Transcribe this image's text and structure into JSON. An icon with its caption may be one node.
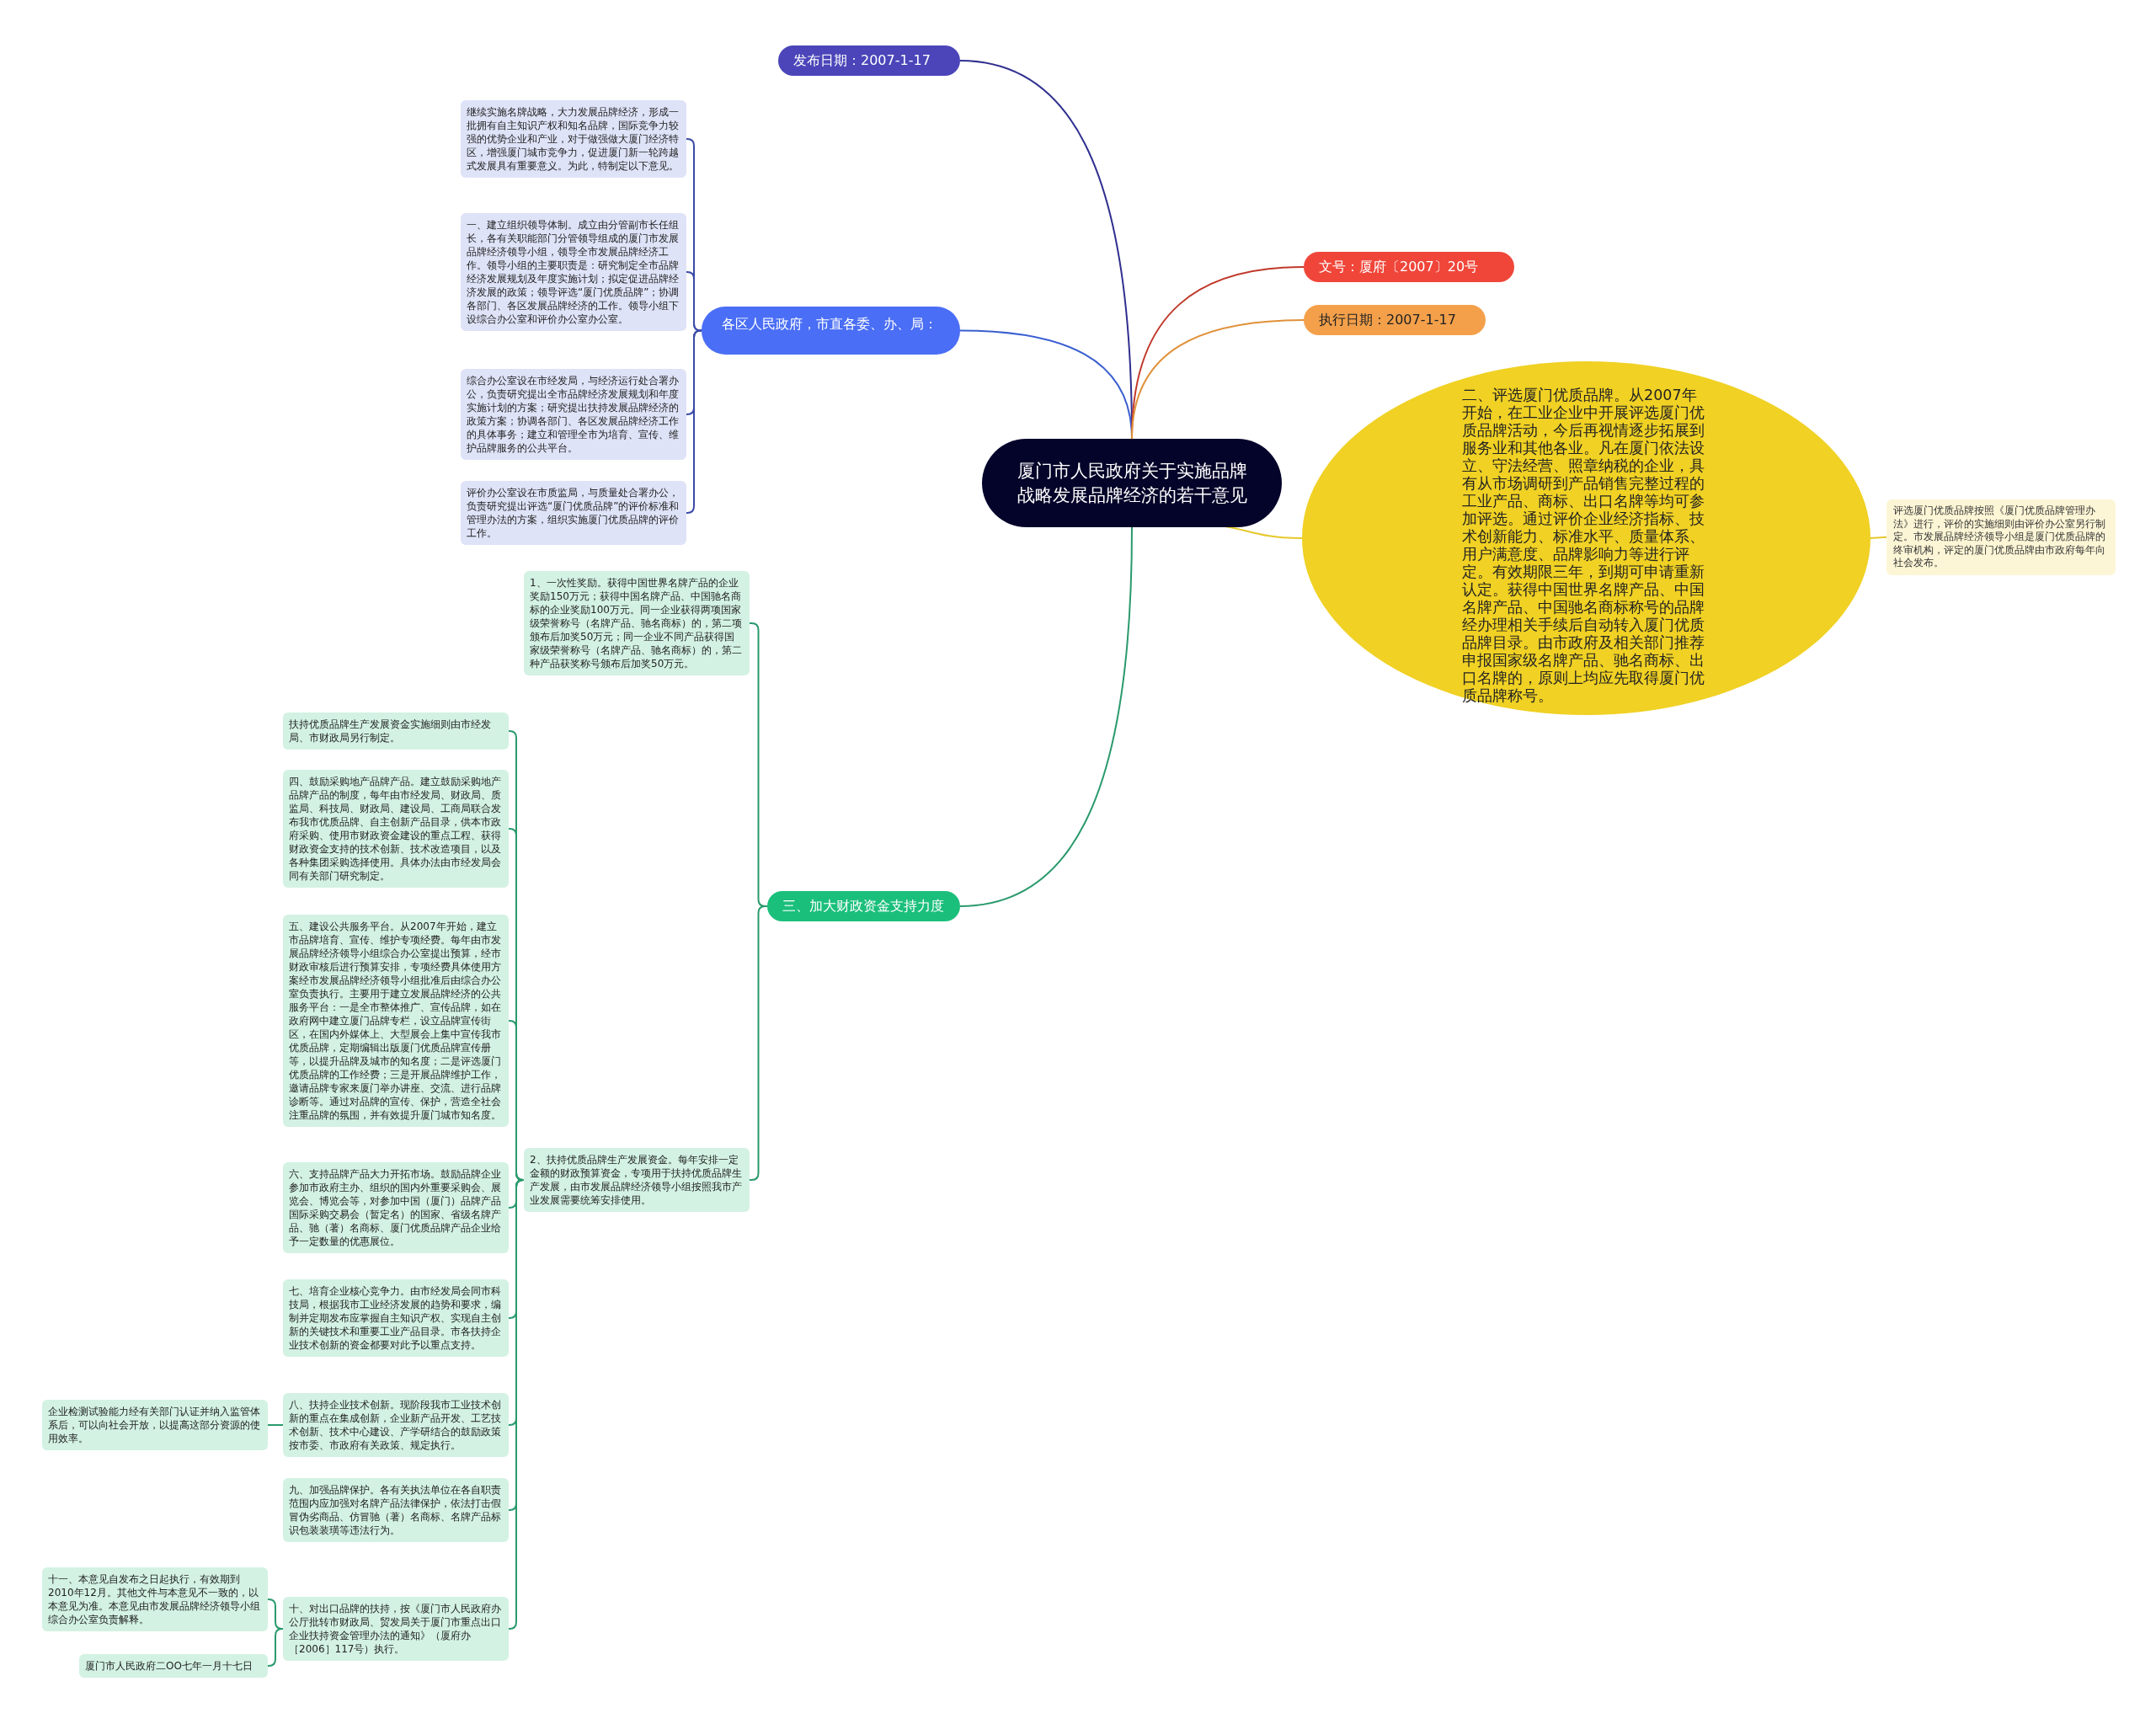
{
  "diagram": {
    "nodes": [
      {
        "text": [
          "厦门市人民政府关于实施品牌战略发展品牌经济的若干意见"
        ]
      },
      {
        "text": [
          "发布日期：2007-1-17"
        ]
      },
      {
        "text": [
          "各区人民政府，市直各委、办、局："
        ]
      },
      {
        "text": [
          "继续实施名牌战略，大力发展品牌经济，形成一批拥有自主知识产权和知名品牌，国际竞争力较强的优势企业和产业，对于做强做大厦门经济特区，增强厦门城市竞争力，促进厦门新一轮跨越式发展具有重要意义。为此，特制定以下意见。"
        ]
      },
      {
        "text": [
          "一、建立组织领导体制。成立由分管副市长任组长，各有关职能部门分管领导组成的厦门市发展品牌经济领导小组，领导全市发展品牌经济工作。领导小组的主要职责是：研究制定全市品牌经济发展规划及年度实施计划；拟定促进品牌经济发展的政策；领导评选“厦门优质品牌”；协调各部门、各区发展品牌经济的工作。领导小组下设综合办公室和评价办公室办公室。"
        ]
      },
      {
        "text": [
          "综合办公室设在市经发局，与经济运行处合署办公，负责研究提出全市品牌经济发展规划和年度实施计划的方案；研究提出扶持发展品牌经济的政策方案；协调各部门、各区发展品牌经济工作的具体事务；建立和管理全市为培育、宣传、维护品牌服务的公共平台。"
        ]
      },
      {
        "text": [
          "评价办公室设在市质监局，与质量处合署办公，负责研究提出评选“厦门优质品牌”的评价标准和管理办法的方案，组织实施厦门优质品牌的评价工作。"
        ]
      },
      {
        "text": [
          "文号：厦府〔2007〕20号"
        ]
      },
      {
        "text": [
          "执行日期：2007-1-17"
        ]
      },
      {
        "text": [
          "二、评选厦门优质品牌。从2007年开始，在工业企业中开展评选厦门优质品牌活动，今后再视情逐步拓展到服务业和其他各业。凡在厦门依法设立、守法经营、照章纳税的企业，具有从市场调研到产品销售完整过程的工业产品、商标、出口名牌等均可参加评选。通过评价企业经济指标、技术创新能力、标准水平、质量体系、用户满意度、品牌影响力等进行评定。有效期限三年，到期可申请重新认定。获得中国世界名牌产品、中国名牌产品、中国驰名商标称号的品牌经办理相关手续后自动转入厦门优质品牌目录。由市政府及相关部门推荐申报国家级名牌产品、驰名商标、出口名牌的，原则上均应先取得厦门优质品牌称号。"
        ]
      },
      {
        "text": [
          "评选厦门优质品牌按照《厦门优质品牌管理办法》进行，评价的实施细则由评价办公室另行制定。市发展品牌经济领导小组是厦门优质品牌的终审机构，评定的厦门优质品牌由市政府每年向社会发布。"
        ]
      },
      {
        "text": [
          "三、加大财政资金支持力度"
        ]
      },
      {
        "text": [
          "1、一次性奖励。获得中国世界名牌产品的企业奖励150万元；获得中国名牌产品、中国驰名商标的企业奖励100万元。同一企业获得两项国家级荣誉称号（名牌产品、驰名商标）的，第二项颁布后加奖50万元；同一企业不同产品获得国家级荣誉称号（名牌产品、驰名商标）的，第二种产品获奖称号颁布后加奖50万元。"
        ]
      },
      {
        "text": [
          "2、扶持优质品牌生产发展资金。每年安排一定金额的财政预算资金，专项用于扶持优质品牌生产发展，由市发展品牌经济领导小组按照我市产业发展需要统筹安排使用。"
        ]
      },
      {
        "text": [
          "扶持优质品牌生产发展资金实施细则由市经发局、市财政局另行制定。"
        ]
      },
      {
        "text": [
          "四、鼓励采购地产品牌产品。建立鼓励采购地产品牌产品的制度，每年由市经发局、财政局、质监局、科技局、财政局、建设局、工商局联合发布我市优质品牌、自主创新产品目录，供本市政府采购、使用市财政资金建设的重点工程、获得财政资金支持的技术创新、技术改造项目，以及各种集团采购选择使用。具体办法由市经发局会同有关部门研究制定。"
        ]
      },
      {
        "text": [
          "五、建设公共服务平台。从2007年开始，建立市品牌培育、宣传、维护专项经费。每年由市发展品牌经济领导小组综合办公室提出预算，经市财政审核后进行预算安排，专项经费具体使用方案经市发展品牌经济领导小组批准后由综合办公室负责执行。主要用于建立发展品牌经济的公共服务平台：一是全市整体推广、宣传品牌，如在政府网中建立厦门品牌专栏，设立品牌宣传街区，在国内外媒体上、大型展会上集中宣传我市优质品牌，定期编辑出版厦门优质品牌宣传册等，以提升品牌及城市的知名度；二是评选厦门优质品牌的工作经费；三是开展品牌维护工作，邀请品牌专家来厦门举办讲座、交流、进行品牌诊断等。通过对品牌的宣传、保护，营造全社会注重品牌的氛围，并有效提升厦门城市知名度。"
        ]
      },
      {
        "text": [
          "六、支持品牌产品大力开拓市场。鼓励品牌企业参加市政府主办、组织的国内外重要采购会、展览会、博览会等，对参加中国（厦门）品牌产品国际采购交易会（暂定名）的国家、省级名牌产品、驰（著）名商标、厦门优质品牌产品企业给予一定数量的优惠展位。"
        ]
      },
      {
        "text": [
          "七、培育企业核心竞争力。由市经发局会同市科技局，根据我市工业经济发展的趋势和要求，编制并定期发布应掌握自主知识产权、实现自主创新的关键技术和重要工业产品目录。市各扶持企业技术创新的资金都要对此予以重点支持。"
        ]
      },
      {
        "text": [
          "八、扶持企业技术创新。现阶段我市工业技术创新的重点在集成创新，企业新产品开发、工艺技术创新、技术中心建设、产学研结合的鼓励政策按市委、市政府有关政策、规定执行。"
        ]
      },
      {
        "text": [
          "企业检测试验能力经有关部门认证并纳入监管体系后，可以向社会开放，以提高这部分资源的使用效率。"
        ]
      },
      {
        "text": [
          "九、加强品牌保护。各有关执法单位在各自职责范围内应加强对名牌产品法律保护，依法打击假冒伪劣商品、仿冒驰（著）名商标、名牌产品标识包装装璜等违法行为。"
        ]
      },
      {
        "text": [
          "十、对出口品牌的扶持，按《厦门市人民政府办公厅批转市财政局、贸发局关于厦门市重点出口企业扶持资金管理办法的通知》（厦府办［2006］117号）执行。"
        ]
      },
      {
        "text": [
          "十一、本意见自发布之日起执行，有效期到2010年12月。其他文件与本意见不一致的，以本意见为准。本意见由市发展品牌经济领导小组综合办公室负责解释。"
        ]
      },
      {
        "text": [
          "厦门市人民政府二OO七年一月十七日"
        ]
      }
    ],
    "edges": [
      {
        "from": 0,
        "to": 1,
        "arrow": "none",
        "color": "#2f2f8f"
      },
      {
        "from": 0,
        "to": 2,
        "arrow": "none",
        "color": "#3a5fd0"
      },
      {
        "from": 2,
        "to": 3,
        "arrow": "none",
        "color": "#3a4aa8"
      },
      {
        "from": 2,
        "to": 4,
        "arrow": "none",
        "color": "#3a4aa8"
      },
      {
        "from": 2,
        "to": 5,
        "arrow": "none",
        "color": "#3a4aa8"
      },
      {
        "from": 2,
        "to": 6,
        "arrow": "none",
        "color": "#3a4aa8"
      },
      {
        "from": 0,
        "to": 7,
        "arrow": "none",
        "color": "#c0392b"
      },
      {
        "from": 0,
        "to": 8,
        "arrow": "none",
        "color": "#e0913a"
      },
      {
        "from": 0,
        "to": 9,
        "arrow": "none",
        "color": "#e6c82a"
      },
      {
        "from": 9,
        "to": 10,
        "arrow": "none",
        "color": "#e6c82a"
      },
      {
        "from": 0,
        "to": 11,
        "arrow": "none"
      },
      {
        "from": 11,
        "to": 12,
        "arrow": "none"
      },
      {
        "from": 11,
        "to": 13,
        "arrow": "none"
      },
      {
        "from": 13,
        "to": 14,
        "arrow": "none"
      },
      {
        "from": 13,
        "to": 15,
        "arrow": "none"
      },
      {
        "from": 13,
        "to": 16,
        "arrow": "none"
      },
      {
        "from": 13,
        "to": 17,
        "arrow": "none"
      },
      {
        "from": 13,
        "to": 18,
        "arrow": "none"
      },
      {
        "from": 13,
        "to": 19,
        "arrow": "none"
      },
      {
        "from": 13,
        "to": 21,
        "arrow": "none"
      },
      {
        "from": 13,
        "to": 22,
        "arrow": "none"
      },
      {
        "from": 19,
        "to": 20,
        "arrow": "none"
      },
      {
        "from": 22,
        "to": 23,
        "arrow": "none"
      },
      {
        "from": 22,
        "to": 24,
        "arrow": "none"
      }
    ]
  }
}
